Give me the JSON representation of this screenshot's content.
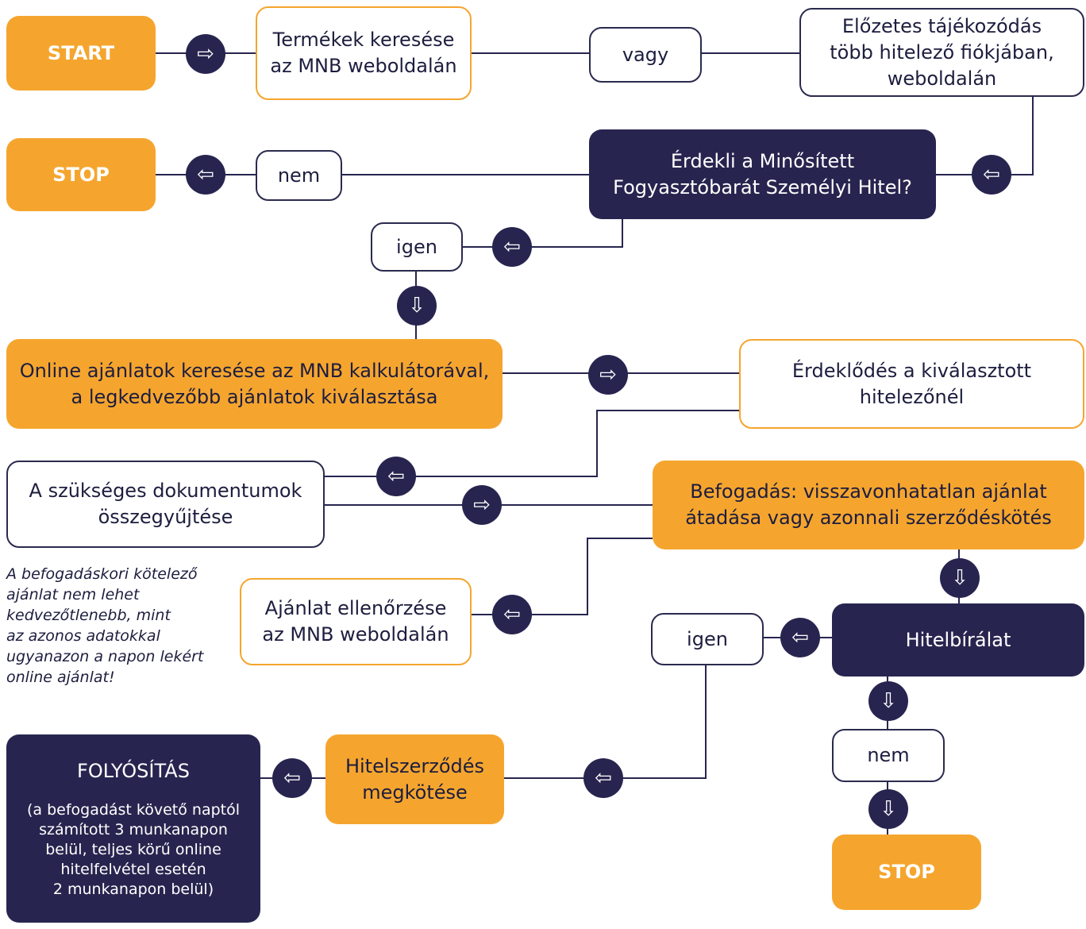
{
  "colors": {
    "orange": "#f5a52e",
    "navy": "#27254f",
    "text": "#1d1d3f"
  },
  "nodes": {
    "start": "START",
    "search_mnb": [
      "Termékek keresése",
      "az MNB weboldalán"
    ],
    "or": "vagy",
    "prelim": [
      "Előzetes tájékozódás",
      "több hitelező fiókjában,",
      "weboldalán"
    ],
    "stop_top": "STOP",
    "no_top": "nem",
    "interested": [
      "Érdekli a Minősített",
      "Fogyasztóbarát Személyi Hitel?"
    ],
    "yes_top": "igen",
    "online": [
      "Online ajánlatok keresése az MNB kalkulátorával,",
      "a legkedvezőbb ajánlatok kiválasztása"
    ],
    "inquiry": [
      "Érdeklődés a kiválasztott",
      "hitelezőnél"
    ],
    "documents": [
      "A szükséges dokumentumok",
      "összegyűjtése"
    ],
    "acceptance": [
      "Befogadás: visszavonhatatlan ajánlat",
      "átadása vagy azonnali szerződéskötés"
    ],
    "verify": [
      "Ajánlat ellenőrzése",
      "az MNB weboldalán"
    ],
    "yes_bottom": "igen",
    "assessment": "Hitelbírálat",
    "no_bottom": "nem",
    "contract": [
      "Hitelszerződés",
      "megkötése"
    ],
    "disbursement_title": "FOLYÓSÍTÁS",
    "disbursement_note": [
      "(a befogadást követő naptól",
      "számított 3 munkanapon",
      "belül, teljes körű online",
      "hitelfelvétel esetén",
      "2 munkanapon belül)"
    ],
    "stop_bottom": "STOP"
  },
  "notes": {
    "acceptance_note": [
      "A befogadáskori kötelező",
      "ajánlat nem lehet",
      "kedvezőtlenebb, mint",
      "az azonos adatokkal",
      "ugyanazon a napon lekért",
      "online ajánlat!"
    ]
  },
  "icons": {
    "right": "⇨",
    "left": "⇦",
    "down": "⇩"
  }
}
